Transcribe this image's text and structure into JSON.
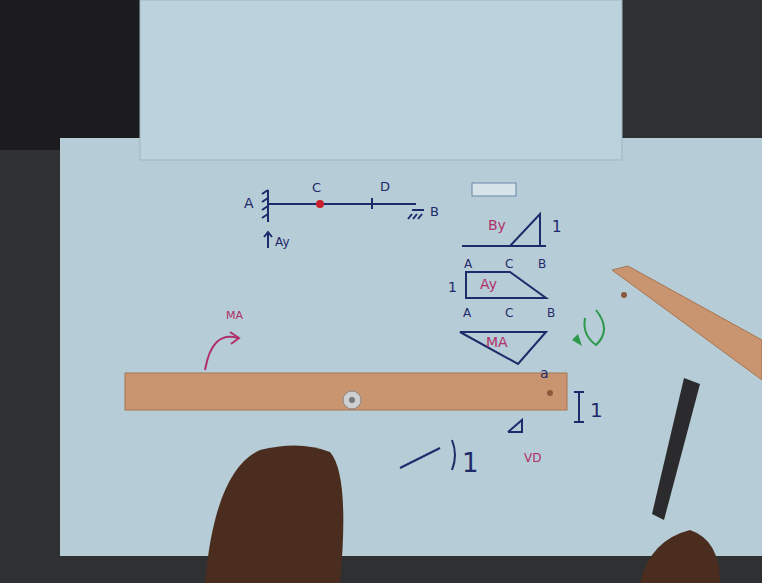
{
  "diagram": {
    "nodes": [
      {
        "text": [
          "By"
        ]
      },
      {
        "text": [
          "Ay"
        ]
      },
      {
        "text": [
          "MA"
        ]
      }
    ],
    "labels": [
      "A",
      "C",
      "D",
      "B",
      "Ay",
      "1",
      "A",
      "C",
      "B",
      "1",
      "A",
      "C",
      "B",
      "a",
      "MA",
      "1",
      "1",
      "VD"
    ]
  }
}
